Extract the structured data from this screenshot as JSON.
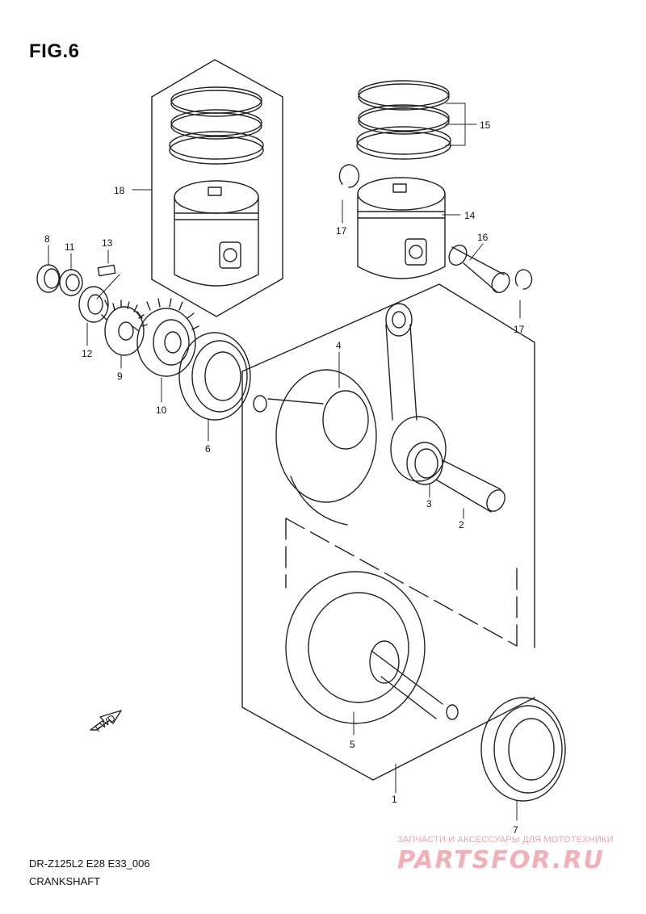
{
  "figure": {
    "title": "FIG.6"
  },
  "footer": {
    "model": "DR-Z125L2 E28 E33_006",
    "section": "CRANKSHAFT"
  },
  "watermark": {
    "subtitle": "ЗАПЧАСТИ И АКСЕССУАРЫ ДЛЯ МОТОТЕХНИКИ",
    "brand": "PARTSFOR.RU",
    "color": "#f2b0b6"
  },
  "fwd_label": "FWD",
  "callouts": {
    "c1": "1",
    "c2": "2",
    "c3": "3",
    "c4": "4",
    "c5": "5",
    "c6": "6",
    "c7": "7",
    "c8": "8",
    "c9": "9",
    "c10": "10",
    "c11": "11",
    "c12": "12",
    "c13": "13",
    "c14": "14",
    "c15": "15",
    "c16": "16",
    "c17a": "17",
    "c17b": "17",
    "c18": "18"
  }
}
